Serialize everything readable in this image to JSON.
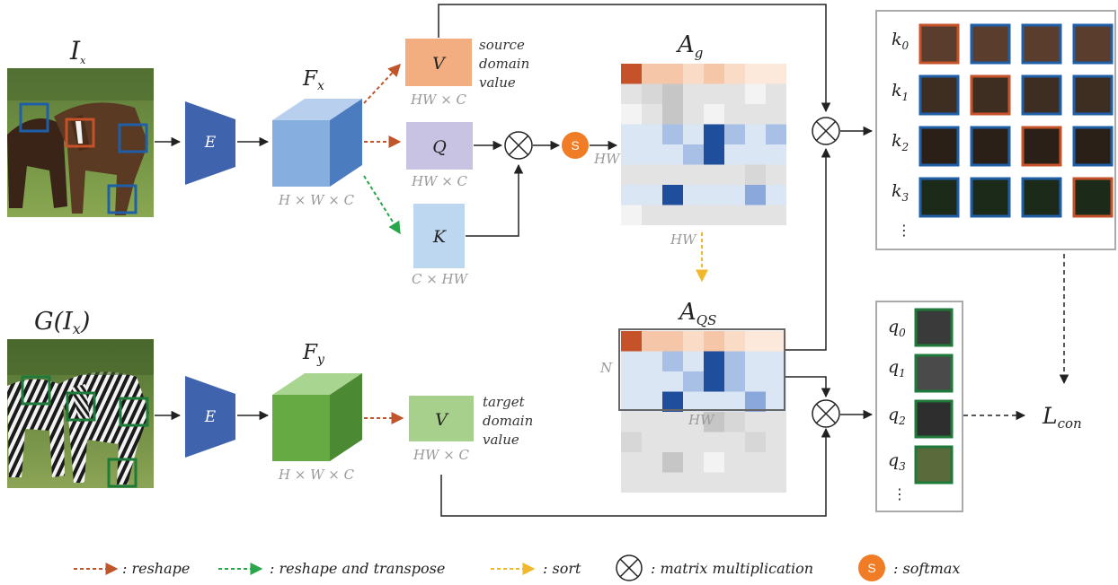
{
  "colors": {
    "encoder": "#3f63ad",
    "fx_box": "#86aede",
    "fy_box": "#66aa44",
    "v_source": "#f2ad80",
    "q_box": "#c9c3e3",
    "k_box": "#bcd7ef",
    "v_target": "#a7d08d",
    "reshape_arrow": "#c0552b",
    "transpose_arrow": "#2aa64a",
    "sort_arrow": "#f0b82a",
    "softmax": "#f07d26",
    "patch_blue": "#1f5fa8",
    "patch_orange": "#c6522a",
    "patch_green": "#1d7a38"
  },
  "inputs": {
    "source_label_base": "I",
    "source_label_sub": "x",
    "target_label": "G(I",
    "target_label_sub": "x",
    "target_label_close": ")"
  },
  "encoders": {
    "label": "E"
  },
  "features": {
    "fx_base": "F",
    "fx_sub": "x",
    "fy_base": "F",
    "fy_sub": "y",
    "dims": "H × W × C"
  },
  "branches": {
    "v_label": "V",
    "q_label": "Q",
    "k_label": "K",
    "v_dims": "HW × C",
    "q_dims": "HW × C",
    "k_dims": "C × HW",
    "v_target_dims": "HW × C",
    "source_note": [
      "source",
      "domain",
      "value"
    ],
    "target_note": [
      "target",
      "domain",
      "value"
    ]
  },
  "attention": {
    "ag_base": "A",
    "ag_sub": "g",
    "aqs_base": "A",
    "aqs_sub": "QS",
    "hw_left": "HW",
    "hw_bottom": "HW",
    "hw_aqs": "HW",
    "n_label": "N",
    "softmax_symbol": "S"
  },
  "keys": {
    "labels": [
      {
        "base": "k",
        "sub": "0"
      },
      {
        "base": "k",
        "sub": "1"
      },
      {
        "base": "k",
        "sub": "2"
      },
      {
        "base": "k",
        "sub": "3"
      }
    ],
    "more": "⋮"
  },
  "queries": {
    "labels": [
      {
        "base": "q",
        "sub": "0"
      },
      {
        "base": "q",
        "sub": "1"
      },
      {
        "base": "q",
        "sub": "2"
      },
      {
        "base": "q",
        "sub": "3"
      }
    ],
    "more": "⋮"
  },
  "loss": {
    "base": "L",
    "sub": "con"
  },
  "legend": {
    "reshape": ": reshape",
    "transpose": ": reshape and transpose",
    "sort": ": sort",
    "matmul": ": matrix multiplication",
    "softmax": ": softmax",
    "softmax_symbol": "S"
  }
}
